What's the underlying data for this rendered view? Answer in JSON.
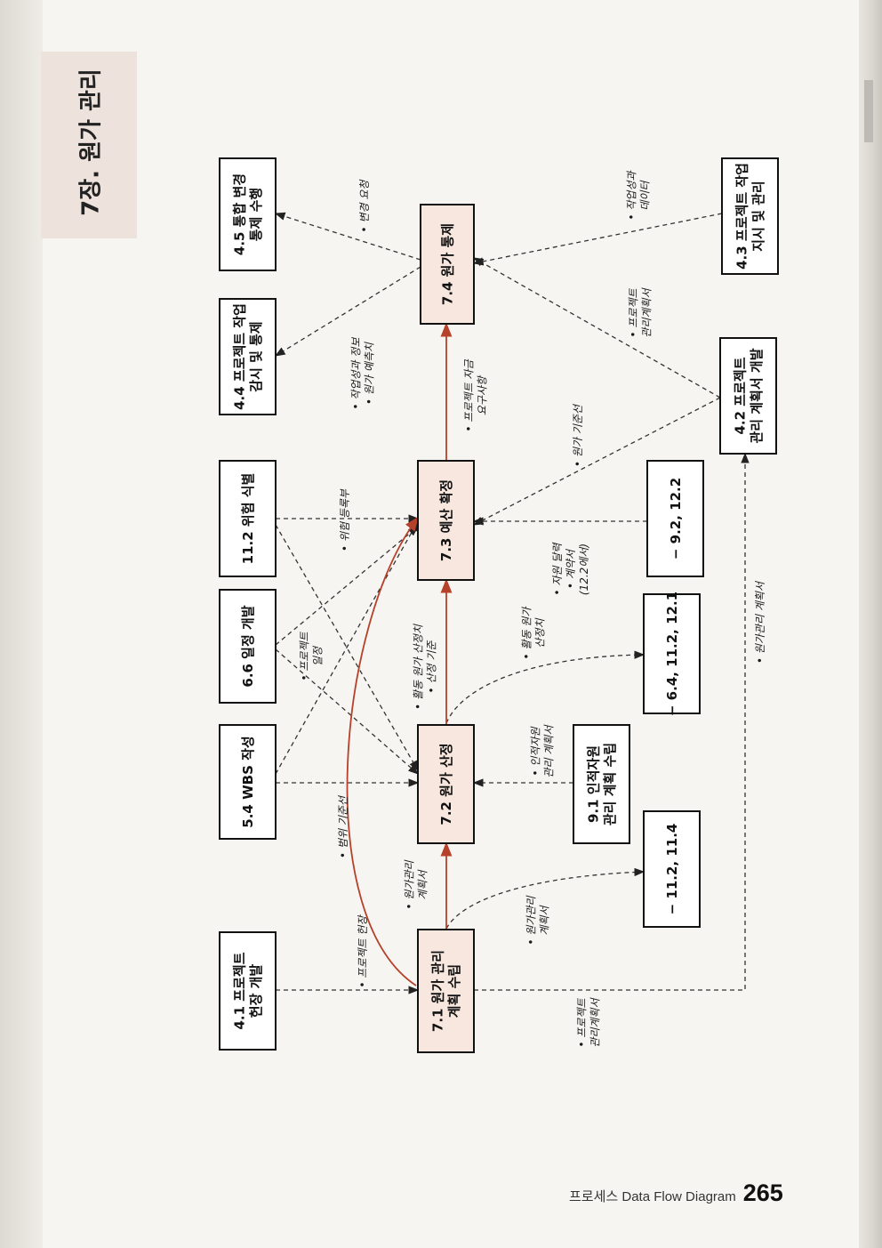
{
  "chapter_title": "7장. 원가 관리",
  "footer": {
    "label": "프로세스 Data Flow Diagram",
    "page_number": "265"
  },
  "processes": {
    "p71": "7.1 원가 관리|계획 수립",
    "p72": "7.2 원가 산정",
    "p73": "7.3 예산 확정",
    "p74": "7.4 원가 통제"
  },
  "externals": {
    "e41": "4.1 프로젝트|헌장 개발",
    "e54": "5.4 WBS 작성",
    "e66": "6.6 일정 개발",
    "e112": "11.2 위험 식별",
    "e44": "4.4 프로젝트 작업|감시 및 통제",
    "e45": "4.5 통합 변경|통제 수행",
    "e91": "9.1 인적자원|관리 계획 수립",
    "e42": "4.2 프로젝트|관리 계획서 개발",
    "e43": "4.3 프로젝트 작업|지시 및 관리",
    "r1": "− 11.2, 11.4",
    "r2": "− 6.4, 11.2, 12.1",
    "r3": "− 9.2, 12.2"
  },
  "flows": {
    "l_charter": "• 프로젝트 헌장",
    "l_scope": "• 범위 기준선",
    "l_plan72": "• 원가관리|계획서",
    "l_plan_out": "• 원가관리|계획서",
    "l_pmp": "• 프로젝트|관리계획서",
    "l_hr": "• 인적자원|관리 계획서",
    "l_act": "• 활동 원가 산정치|• 산정 기준",
    "l_act_out": "• 활동 원가|산정치",
    "l_sched": "• 프로젝트|일정",
    "l_risk": "• 위험 등록부",
    "l_contract": "• 자원 달력|• 계약서|(12.2에서)",
    "l_cbl_plan": "• 원가관리 계획서",
    "l_cbl": "• 원가 기준선",
    "l_fund": "• 프로젝트 자금|요구사항",
    "l_wpi": "• 작업성과 정보|• 원가 예측치",
    "l_change": "• 변경 요청",
    "l_pmp2": "• 프로젝트|관리계획서",
    "l_wpd": "• 작업성과|데이터"
  }
}
